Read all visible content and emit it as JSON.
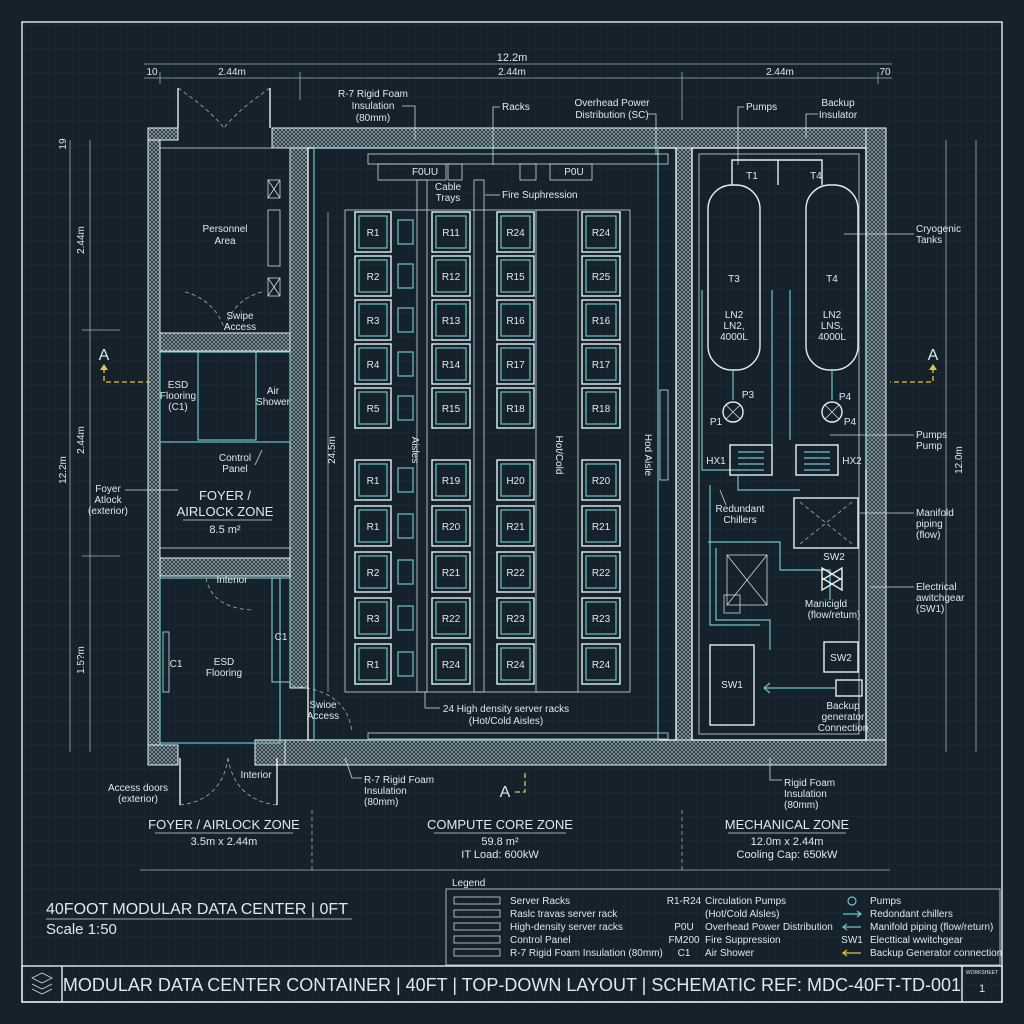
{
  "colors": {
    "background": "#15222b",
    "line": "#e6eef1",
    "accent": "#6fc3c9",
    "section_marker": "#e0c640"
  },
  "dimensions": {
    "overall": "12.2m",
    "left_offset": "10",
    "seg1": "2.44m",
    "seg2": "2.44m",
    "seg3": "2.44m",
    "right_offset": "70",
    "left_top": "19",
    "left_v1": "2.44m",
    "left_v2": "2.44m",
    "left_v3": "1.5?m",
    "left_total": "12.2m",
    "right_total": "12.0m",
    "rack_row": "24.5m"
  },
  "callouts": {
    "insulation_top": [
      "R-7 Rigid Foam",
      "Insulation",
      "(80mm)"
    ],
    "racks": "Racks",
    "overhead_power": [
      "Overhead Power",
      "Distribution (SC)"
    ],
    "pumps_top": "Pumps",
    "backup_insulator": [
      "Backup",
      "Insulator"
    ],
    "fouu": "F0UU",
    "pou": "P0U",
    "cable_trays": [
      "Cable",
      "Trays"
    ],
    "fire_suppression": "Fire Suphression",
    "cryogenic_tanks": [
      "Cryogenic",
      "Tanks"
    ],
    "pumps_pump": [
      "Pumps",
      "Pump"
    ],
    "manifold_flow": [
      "Manifold",
      "piping",
      "(flow)"
    ],
    "electrical_switchgear": [
      "Electrical",
      "awitchgear",
      "(SW1)"
    ],
    "redundant_chillers": [
      "Redundant",
      "Chillers"
    ],
    "manifold_flow_return": [
      "Manicigld",
      "(flow/retum)"
    ],
    "backup_generator": [
      "Backup",
      "generator",
      "Connection"
    ],
    "insulation_bottom": [
      "R-7 Rigid Foam",
      "Insulation",
      "(80mm)"
    ],
    "insulation_bottom_right": [
      "Rigid Foam",
      "Insulation",
      "(80mm)"
    ],
    "racks_summary": [
      "24 High density server racks",
      "(Hot/Cold Aisles)"
    ],
    "aisles": "Aisles",
    "hot_cold": "Hot/Cold",
    "hot_aisle": "Hod Aisle"
  },
  "foyer": {
    "personnel_area": [
      "Personnel",
      "Area"
    ],
    "swipe_access_top": [
      "Swipe",
      "Access"
    ],
    "esd_flooring_c1": [
      "ESD",
      "Flooring",
      "(C1)"
    ],
    "air_shower": [
      "Air",
      "Shower"
    ],
    "control_panel": [
      "Control",
      "Panel"
    ],
    "foyer_airlock_ext": [
      "Foyer",
      "Atlock",
      "(exterior)"
    ],
    "zone_title": [
      "FOYER /",
      "AIRLOCK ZONE"
    ],
    "zone_area": "8.5 m²",
    "interior_top": "Interior",
    "c1_left": "C1",
    "c1_right": "C1",
    "esd_flooring": [
      "ESD",
      "Flooring"
    ],
    "swipe_access_bottom": [
      "Swioe",
      "Access"
    ],
    "interior_bottom": "Interior",
    "access_doors": [
      "Access doors",
      "(exterior)"
    ]
  },
  "mechanical": {
    "tanks": [
      {
        "top": "T1",
        "name": "T3",
        "lines": [
          "LN2",
          "LN2,",
          "4000L"
        ]
      },
      {
        "top": "T4",
        "name": "T4",
        "lines": [
          "LN2",
          "LNS,",
          "4000L"
        ]
      }
    ],
    "pumps": [
      "P3",
      "P1",
      "P4",
      "P4"
    ],
    "heat_exchangers": [
      "HX1",
      "HX2"
    ],
    "switchgear": [
      "SW2",
      "SW2",
      "SW1"
    ]
  },
  "section_markers": [
    "A",
    "A",
    "A"
  ],
  "racks": {
    "columns": [
      [
        "R1",
        "R2",
        "R3",
        "R4",
        "R5",
        "R1",
        "R1",
        "R2",
        "R3",
        "R1"
      ],
      [
        "R11",
        "R12",
        "R13",
        "R14",
        "R15",
        "R19",
        "R20",
        "R21",
        "R22",
        "R24"
      ],
      [
        "R24",
        "R15",
        "R16",
        "R17",
        "R18",
        "H20",
        "R21",
        "R22",
        "R23",
        "R24"
      ],
      [
        "R24",
        "R25",
        "R16",
        "R17",
        "R18",
        "R20",
        "R21",
        "R22",
        "R23",
        "R24"
      ]
    ]
  },
  "zones": [
    {
      "title": "FOYER / AIRLOCK ZONE",
      "lines": [
        "3.5m x 2.44m"
      ]
    },
    {
      "title": "COMPUTE CORE ZONE",
      "lines": [
        "59.8 m²",
        "IT Load: 600kW"
      ]
    },
    {
      "title": "MECHANICAL ZONE",
      "lines": [
        "12.0m x 2.44m",
        "Cooling Cap: 650kW"
      ]
    }
  ],
  "drawing": {
    "title": "40FOOT MODULAR DATA CENTER | 0FT",
    "scale": "Scale 1:50"
  },
  "legend": {
    "title": "Legend",
    "col1": [
      "Server  Racks",
      "Raslc travas server rack",
      "High-density server racks",
      "Control Panel",
      "R-7 Rigid Foam Insulation (80mm)"
    ],
    "col2_codes": [
      "R1-R24",
      "",
      "P0U",
      "FM200",
      "C1"
    ],
    "col2_labels": [
      "Circulation Pumps",
      "(Hot/Cold Alsles)",
      "Overhead Power Distribution",
      "Fire Suppression",
      "Air Shower"
    ],
    "col3_symbols": [
      "pump-icon",
      "arrow-right-icon",
      "arrow-left-icon",
      "SW1",
      "arrow-left-yellow-icon"
    ],
    "col3_labels": [
      "Pumps",
      "Redondant chillers",
      "Manifold piping (flow/return)",
      "Electtical wwitchgear",
      "Backup Generator connection"
    ]
  },
  "title_block": {
    "title": "MODULAR DATA CENTER CONTAINER | 40FT | TOP-DOWN LAYOUT | SCHEMATIC REF: MDC-40FT-TD-001",
    "sheet_label": "WORKSHEET",
    "sheet_number": "1"
  }
}
